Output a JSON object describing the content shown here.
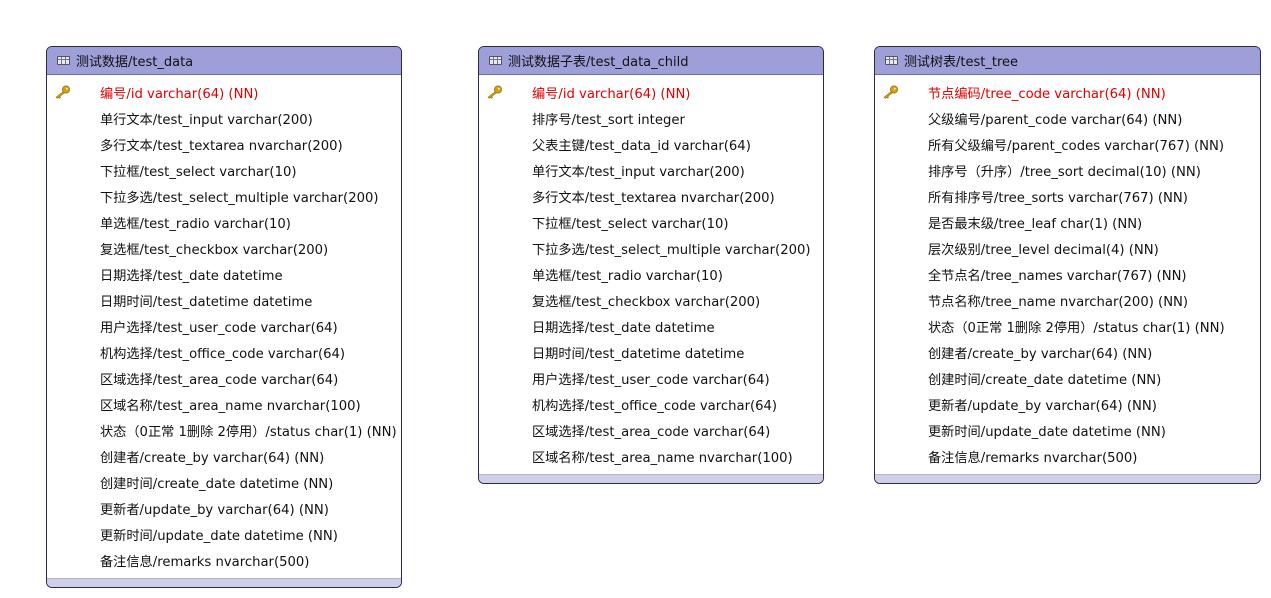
{
  "tables": [
    {
      "title": "测试数据/test_data",
      "pk": "编号/id varchar(64) (NN)",
      "columns": [
        "单行文本/test_input varchar(200)",
        "多行文本/test_textarea nvarchar(200)",
        "下拉框/test_select varchar(10)",
        "下拉多选/test_select_multiple varchar(200)",
        "单选框/test_radio varchar(10)",
        "复选框/test_checkbox varchar(200)",
        "日期选择/test_date datetime",
        "日期时间/test_datetime datetime",
        "用户选择/test_user_code varchar(64)",
        "机构选择/test_office_code varchar(64)",
        "区域选择/test_area_code varchar(64)",
        "区域名称/test_area_name nvarchar(100)",
        "状态（0正常 1删除 2停用）/status char(1) (NN)",
        "创建者/create_by varchar(64) (NN)",
        "创建时间/create_date datetime (NN)",
        "更新者/update_by varchar(64) (NN)",
        "更新时间/update_date datetime (NN)",
        "备注信息/remarks nvarchar(500)"
      ]
    },
    {
      "title": "测试数据子表/test_data_child",
      "pk": "编号/id varchar(64) (NN)",
      "columns": [
        "排序号/test_sort integer",
        "父表主键/test_data_id varchar(64)",
        "单行文本/test_input varchar(200)",
        "多行文本/test_textarea nvarchar(200)",
        "下拉框/test_select varchar(10)",
        "下拉多选/test_select_multiple varchar(200)",
        "单选框/test_radio varchar(10)",
        "复选框/test_checkbox varchar(200)",
        "日期选择/test_date datetime",
        "日期时间/test_datetime datetime",
        "用户选择/test_user_code varchar(64)",
        "机构选择/test_office_code varchar(64)",
        "区域选择/test_area_code varchar(64)",
        "区域名称/test_area_name nvarchar(100)"
      ]
    },
    {
      "title": "测试树表/test_tree",
      "pk": "节点编码/tree_code varchar(64) (NN)",
      "columns": [
        "父级编号/parent_code varchar(64) (NN)",
        "所有父级编号/parent_codes varchar(767) (NN)",
        "排序号（升序）/tree_sort decimal(10) (NN)",
        "所有排序号/tree_sorts varchar(767) (NN)",
        "是否最末级/tree_leaf char(1) (NN)",
        "层次级别/tree_level decimal(4) (NN)",
        "全节点名/tree_names varchar(767) (NN)",
        "节点名称/tree_name nvarchar(200) (NN)",
        "状态（0正常 1删除 2停用）/status char(1) (NN)",
        "创建者/create_by varchar(64) (NN)",
        "创建时间/create_date datetime (NN)",
        "更新者/update_by varchar(64) (NN)",
        "更新时间/update_date datetime (NN)",
        "备注信息/remarks nvarchar(500)"
      ]
    }
  ],
  "colors": {
    "header": "#9e9ed8",
    "primary_key_text": "#e00000",
    "key_icon": "#d4a017"
  },
  "icons": {
    "table": "table-icon",
    "primary_key": "key-icon"
  }
}
